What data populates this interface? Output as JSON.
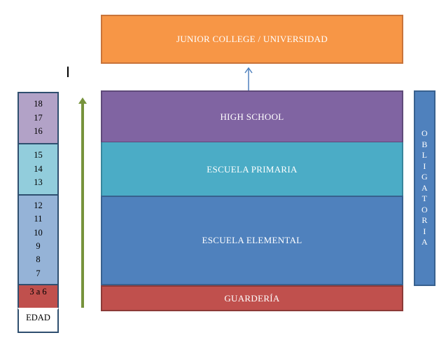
{
  "levels": {
    "top": "JUNIOR COLLEGE  / UNIVERSIDAD",
    "high_school": "HIGH SCHOOL",
    "primaria": "ESCUELA PRIMARIA",
    "elemental": "ESCUELA ELEMENTAL",
    "guarderia": "GUARDERÍA"
  },
  "obligatoria": [
    "O",
    "B",
    "L",
    "I",
    "G",
    "A",
    "T",
    "O",
    "R",
    "I",
    "A"
  ],
  "ages": {
    "group_16_18": [
      "18",
      "17",
      "16"
    ],
    "group_13_15": [
      "15",
      "14",
      "13"
    ],
    "group_7_12": [
      "12",
      "11",
      "10",
      "9",
      "8",
      "7"
    ],
    "group_3_6": "3 a 6",
    "label": "EDAD"
  },
  "colors": {
    "orange": "#f79646",
    "purple": "#8064a2",
    "teal": "#4bacc6",
    "blue": "#4f81bd",
    "red": "#c0504d",
    "green_arrow": "#77933c"
  }
}
